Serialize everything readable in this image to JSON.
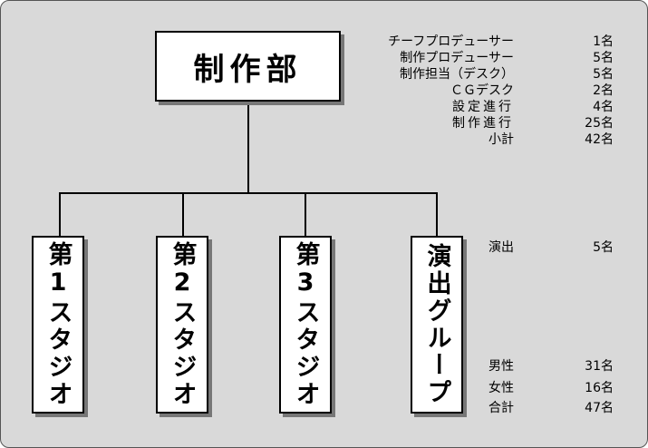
{
  "org": {
    "top": "制作部",
    "units": [
      "第1スタジオ",
      "第2スタジオ",
      "第3スタジオ",
      "演出グループ"
    ]
  },
  "staff_breakdown": [
    {
      "label": "チーフプロデューサー",
      "value": "1名"
    },
    {
      "label": "制作プロデューサー",
      "value": "5名"
    },
    {
      "label": "制作担当（デスク）",
      "value": "5名"
    },
    {
      "label": "ＣＧデスク",
      "value": "2名"
    },
    {
      "label": "設定進行",
      "value": "4名"
    },
    {
      "label": "制作進行",
      "value": "25名"
    },
    {
      "label": "小計",
      "value": "42名"
    }
  ],
  "direction": {
    "label": "演出",
    "value": "5名"
  },
  "gender": [
    {
      "label": "男性",
      "value": "31名"
    },
    {
      "label": "女性",
      "value": "16名"
    },
    {
      "label": "合計",
      "value": "47名"
    }
  ]
}
